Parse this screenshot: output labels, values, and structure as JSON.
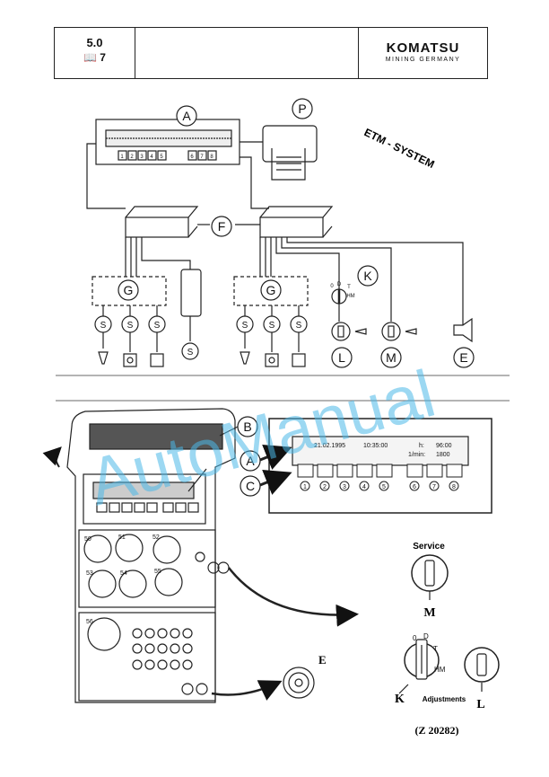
{
  "header": {
    "section": "5.0",
    "page": "7",
    "brand": "KOMATSU",
    "brand_sub": "MINING GERMANY"
  },
  "top_diagram": {
    "title": "ETM - SYSTEM",
    "callouts": {
      "A": "A",
      "P": "P",
      "F": "F",
      "G": "G",
      "K": "K",
      "L": "L",
      "M": "M",
      "E": "E",
      "S": "S"
    },
    "keys_left": [
      "1",
      "2",
      "3",
      "4",
      "5"
    ],
    "keys_right": [
      "6",
      "7",
      "8"
    ],
    "switch_positions": [
      "0",
      "D",
      "T",
      "HM"
    ]
  },
  "bottom_diagram": {
    "callouts": {
      "A": "A",
      "B": "B",
      "C": "C",
      "E": "E",
      "M": "M",
      "K": "K",
      "L": "L"
    },
    "display": {
      "date": "21.02.1995",
      "time": "10:35:00",
      "hours_label": "h:",
      "hours": "96:00",
      "rpm_label": "1/min:",
      "rpm": "1800"
    },
    "buttons": [
      "1",
      "2",
      "3",
      "4",
      "5",
      "6",
      "7",
      "8"
    ],
    "gauges": [
      "50",
      "51",
      "52",
      "53",
      "54",
      "55",
      "56"
    ],
    "service_label": "Service",
    "adjustments_label": "Adjustments",
    "switch_positions": [
      "0",
      "D",
      "T",
      "HM"
    ],
    "figure_ref": "(Z 20282)"
  },
  "watermark": "AutoManual"
}
